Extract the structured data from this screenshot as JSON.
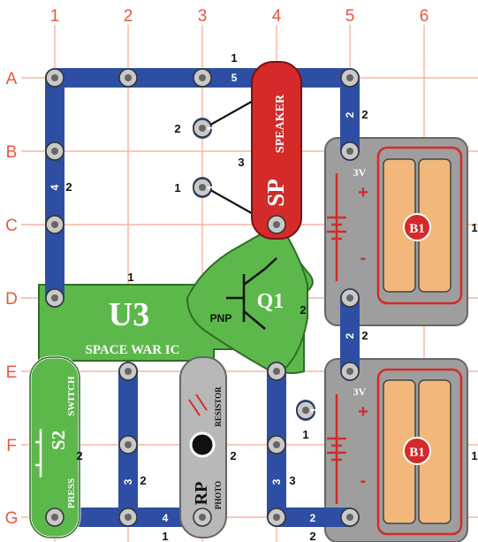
{
  "grid": {
    "columns": [
      "1",
      "2",
      "3",
      "4",
      "5",
      "6"
    ],
    "rows": [
      "A",
      "B",
      "C",
      "D",
      "E",
      "F",
      "G"
    ],
    "line_color": "#f4a98f",
    "label_color": "#e8573e"
  },
  "wires": {
    "top_length": "5",
    "top_index": "1",
    "left_length": "4",
    "left_index": "2",
    "right_top_length": "2",
    "right_top_index": "2",
    "right_mid_length": "2",
    "right_mid_index": "2",
    "bottom_length": "4",
    "bottom_index": "1",
    "bottom_right_length": "2",
    "bottom_right_index": "2",
    "e_col2_length": "3",
    "e_col2_index": "2",
    "e_col4_length": "3",
    "e_col4_index": "3",
    "jumper_b_length": "1",
    "jumper_b_index": "2",
    "jumper_c_length": "1",
    "jumper_c_index": "1",
    "jumper_f_length": "1",
    "jumper_f_index": "1",
    "wire_color": "#2e4ea3"
  },
  "speaker": {
    "code": "SP",
    "name": "SPEAKER",
    "pin": "3",
    "color": "#d42a2a"
  },
  "ic": {
    "code": "U3",
    "name": "SPACE WAR IC",
    "pin": "1",
    "color": "#5cb84a"
  },
  "transistor": {
    "code": "Q1",
    "type": "PNP",
    "pin": "2"
  },
  "switch": {
    "code": "S2",
    "type": "PRESS",
    "name": "SWITCH",
    "pin": "2"
  },
  "photoresistor": {
    "code": "RP",
    "type": "PHOTO",
    "name": "RESISTOR",
    "pin": "2"
  },
  "battery_top": {
    "code": "B1",
    "voltage": "3V",
    "plus": "+",
    "minus": "-",
    "pin": "1"
  },
  "battery_bottom": {
    "code": "B1",
    "voltage": "3V",
    "plus": "+",
    "minus": "-",
    "pin": "1"
  },
  "colors": {
    "battery_body": "#9e9e9e",
    "cell": "#f2b77a",
    "accent_red": "#d42a2a"
  }
}
